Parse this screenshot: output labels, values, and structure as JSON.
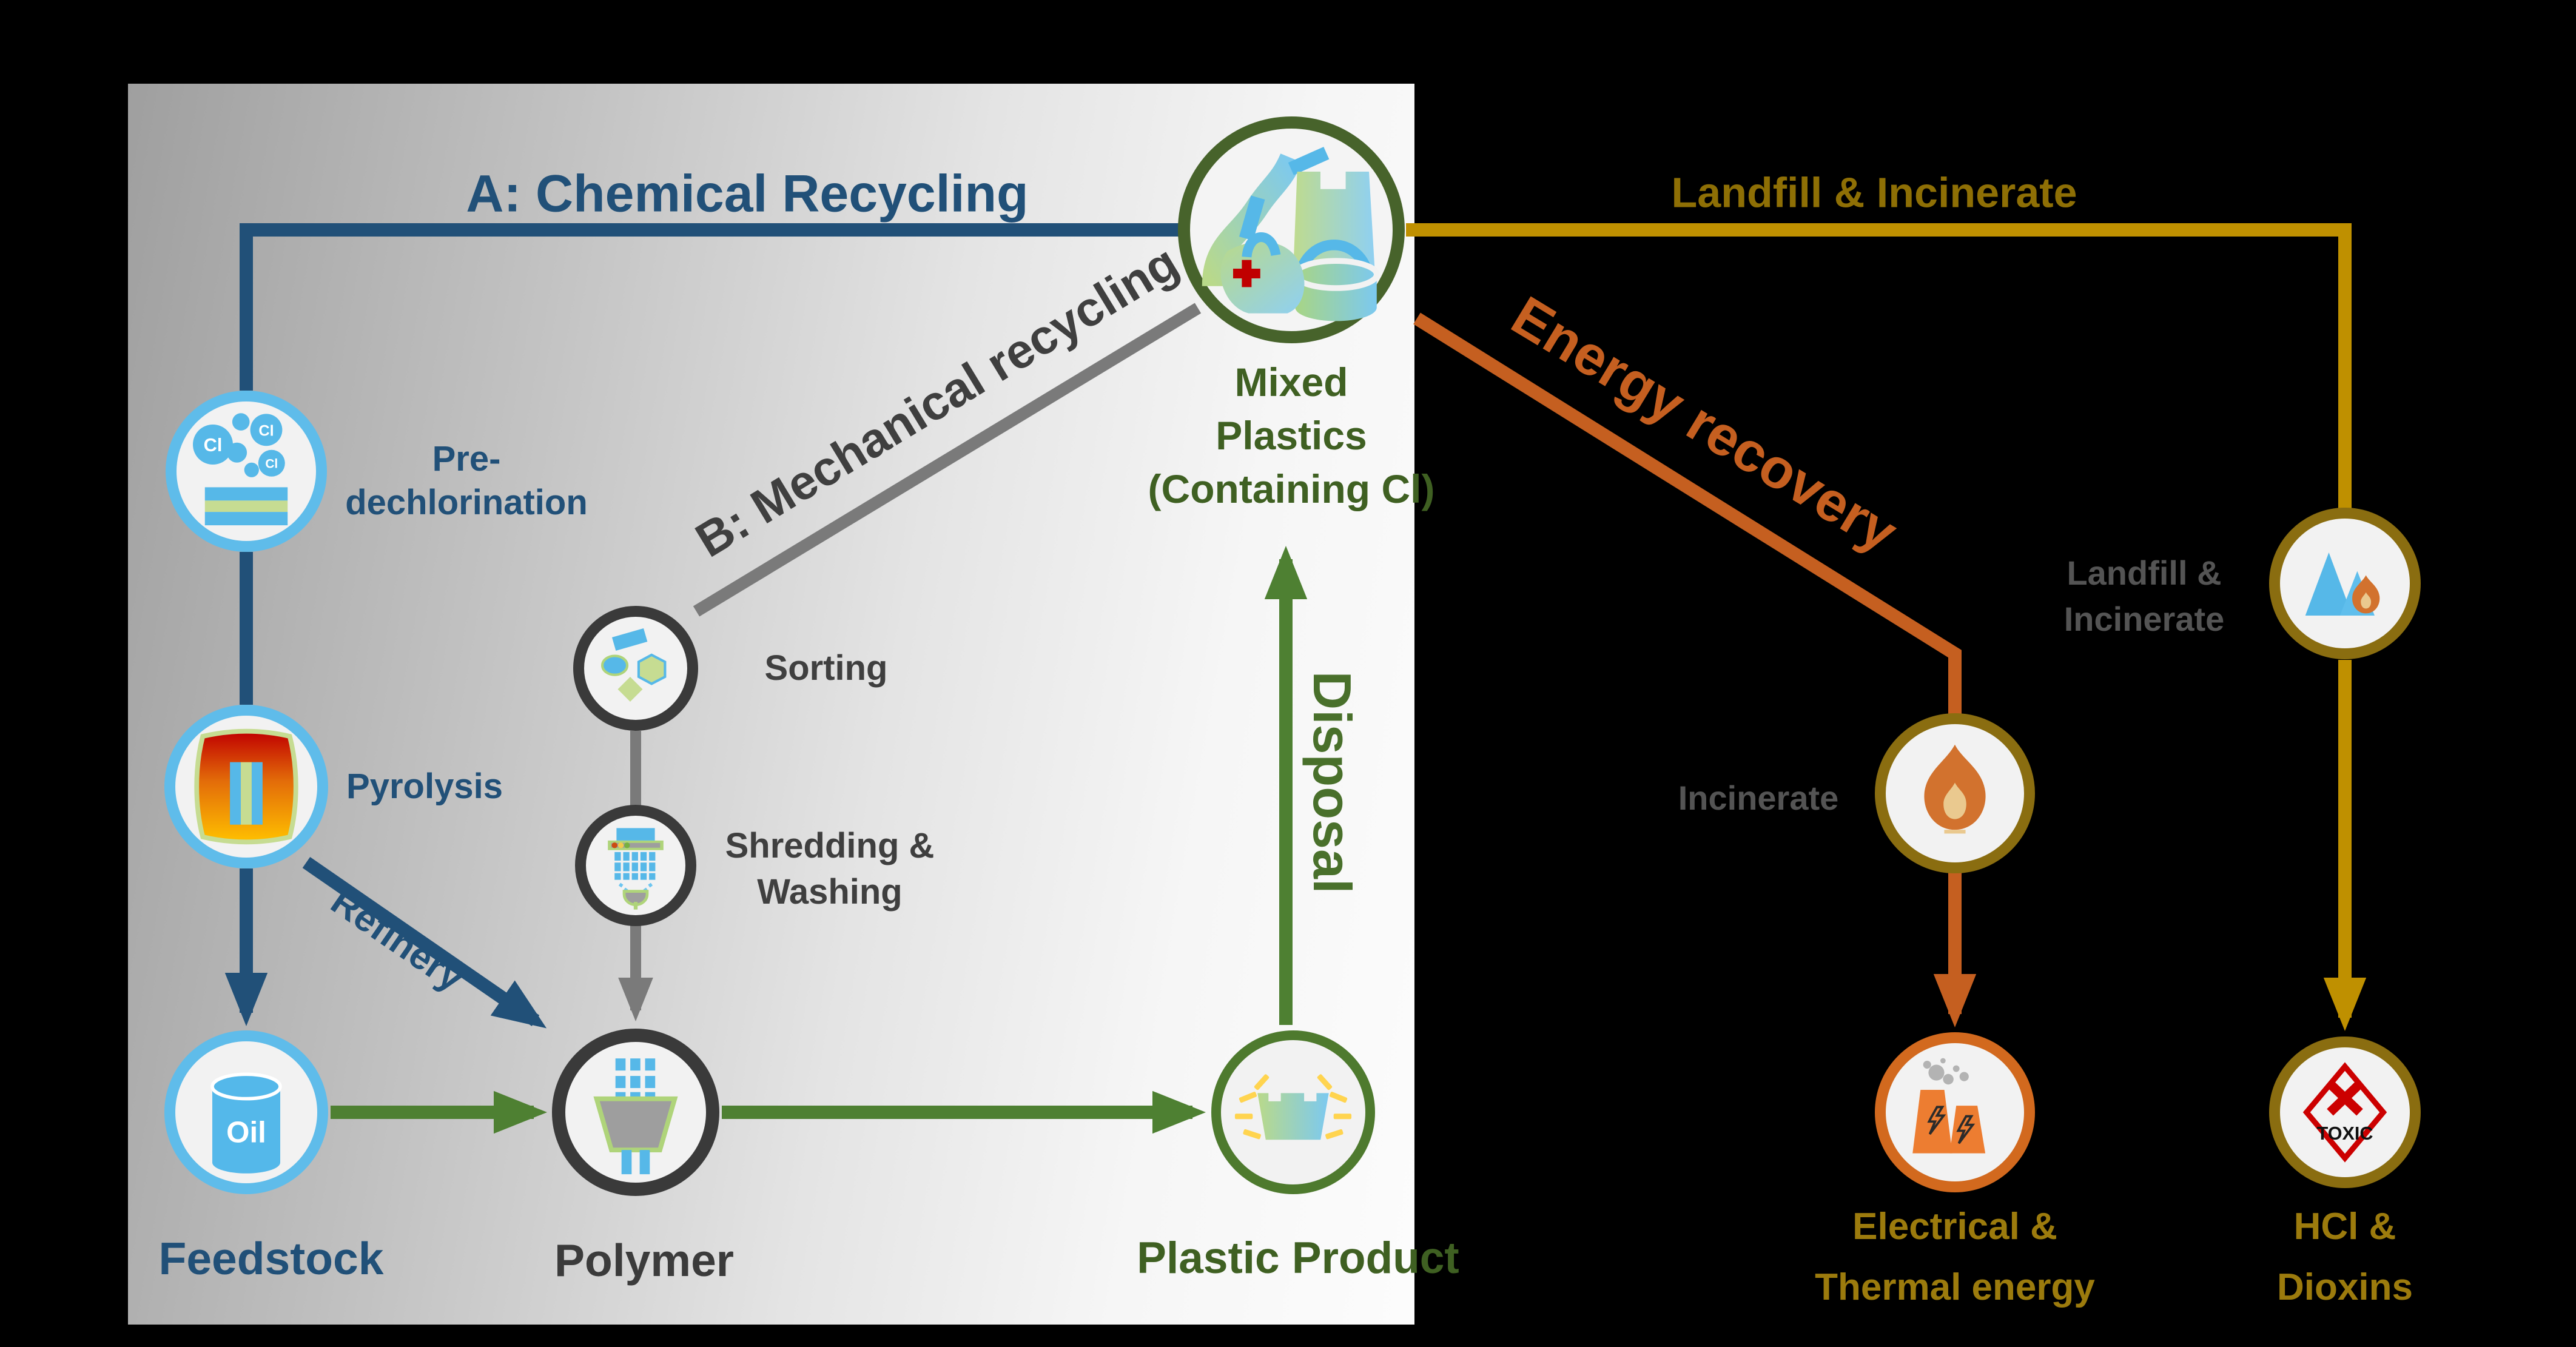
{
  "diagram": {
    "route_a_title": "A:  Chemical Recycling",
    "route_b_title": "B:  Mechanical recycling",
    "landfill_route_title": "Landfill & Incinerate",
    "energy_recovery_label": "Energy recovery",
    "refinery_label": "Refinery",
    "disposal_label": "Disposal"
  },
  "nodes": {
    "mixed_plastics": {
      "line1": "Mixed",
      "line2": "Plastics",
      "line3": "(Containing Cl)"
    },
    "pre_dechlorination": {
      "line1": "Pre-",
      "line2": "dechlorination",
      "bubbles": [
        "Cl",
        "Cl",
        "Cl"
      ]
    },
    "pyrolysis": {
      "label": "Pyrolysis"
    },
    "feedstock": {
      "label": "Feedstock",
      "barrel_text": "Oil"
    },
    "polymer": {
      "label": "Polymer"
    },
    "sorting": {
      "label": "Sorting"
    },
    "shredding_washing": {
      "line1": "Shredding &",
      "line2": "Washing"
    },
    "plastic_product": {
      "label": "Plastic Product"
    },
    "landfill_incinerate": {
      "line1": "Landfill &",
      "line2": "Incinerate"
    },
    "incinerate": {
      "label": "Incinerate"
    },
    "electrical_thermal": {
      "line1": "Electrical &",
      "line2": "Thermal energy"
    },
    "hcl_dioxins": {
      "line1": "HCl &",
      "line2": "Dioxins",
      "badge_text": "TOXIC"
    }
  },
  "colors": {
    "chemical_blue": "#215078",
    "mechanical_text_gray": "#3F3F3F",
    "line_gray": "#7A7A7A",
    "recycle_green": "#4E8032",
    "green_text": "#3F6022",
    "gold_line": "#BF9000",
    "gold_title": "#8E6F05",
    "gold_text": "#9C7B0D",
    "orange": "#C55F20",
    "gray_label": "#545454",
    "light_blue_ring": "#5FBCEA",
    "icon_blue": "#56B8E8",
    "olive_ring": "#8A6D10",
    "dark_ring": "#3A3A3A",
    "red": "#C00000",
    "flame_orange": "#D2722E",
    "background": "#000000"
  }
}
